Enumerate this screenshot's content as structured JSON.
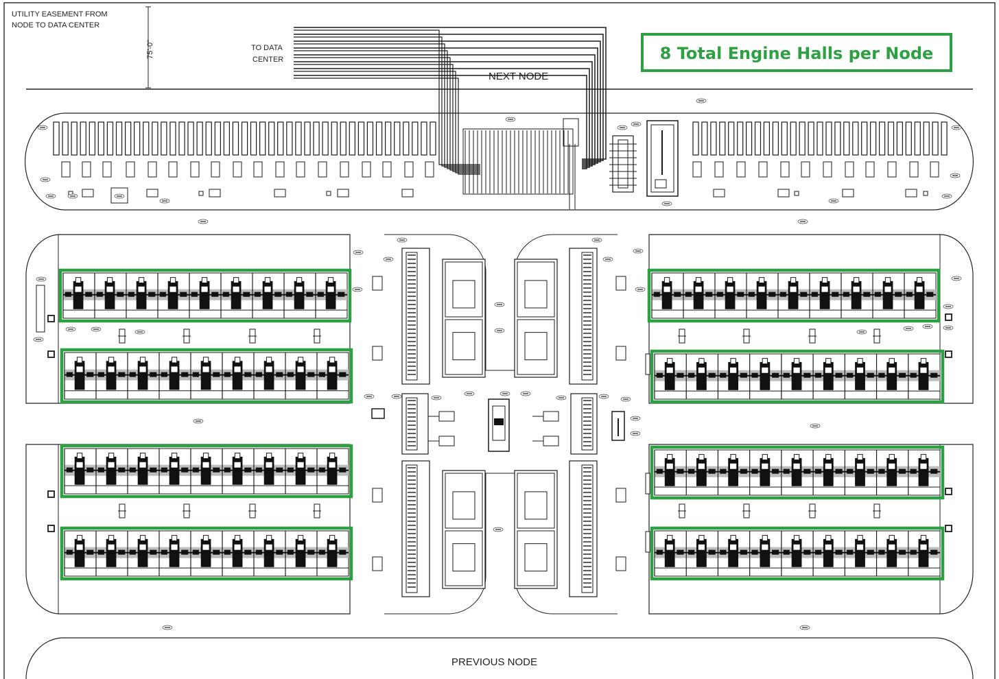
{
  "labels": {
    "utility_line1": "UTILITY EASEMENT FROM",
    "utility_line2": "NODE TO DATA CENTER",
    "dimension": "75'-0\"",
    "to_data_line1": "TO DATA",
    "to_data_line2": "CENTER",
    "next_node": "NEXT NODE",
    "previous_node": "PREVIOUS NODE",
    "callout": "8 Total Engine Halls per Node"
  },
  "colors": {
    "highlight": "#2ea043",
    "line": "#1a1a1a",
    "fill_dark": "#111111",
    "fill_grey": "#bdbdbd"
  },
  "engine_halls_count": 8
}
